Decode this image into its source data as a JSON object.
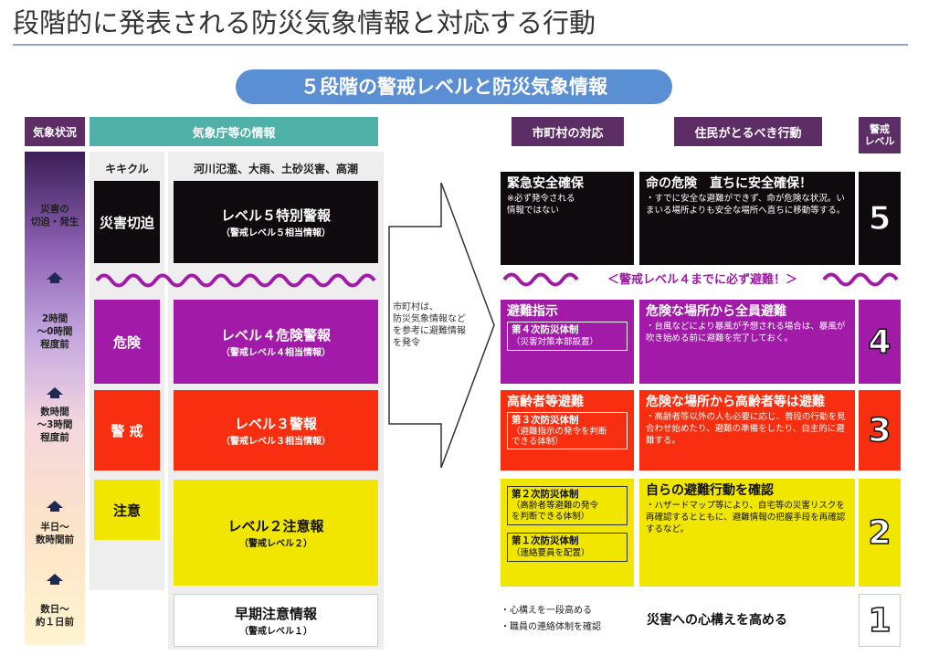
{
  "title": "段階的に発表される防災気象情報と対応する行動",
  "banner": "５段階の警戒レベルと防災気象情報",
  "headers": {
    "weather_status": "気象状況",
    "jma_info": "気象庁等の情報",
    "kikikuru": "キキクル",
    "river": "河川氾濫、大雨、土砂災害、高潮",
    "municipality": "市町村の対応",
    "resident": "住民がとるべき行動",
    "level": "警戒\nレベル"
  },
  "timeline": [
    {
      "label": "災害の\n切迫・発生"
    },
    {
      "label": "2時間\n～0時間\n程度前"
    },
    {
      "label": "数時間\n～3時間\n程度前"
    },
    {
      "label": "半日～\n数時間前"
    },
    {
      "label": "数日～\n約１日前"
    }
  ],
  "kikikuru": [
    {
      "label": "災害切迫",
      "color": "#0e0a0e"
    },
    {
      "label": "危険",
      "color": "#a11aa8"
    },
    {
      "label": "警 戒",
      "color": "#f72f10"
    },
    {
      "label": "注意",
      "color": "#f1e600"
    }
  ],
  "warnings": [
    {
      "main": "レベル５特別警報",
      "sub": "（警戒レベル５相当情報）",
      "color": "#0e0a0e"
    },
    {
      "main": "レベル４危険警報",
      "sub": "（警戒レベル４相当情報）",
      "color": "#a11aa8"
    },
    {
      "main": "レベル３警報",
      "sub": "（警戒レベル３相当情報）",
      "color": "#f72f10"
    },
    {
      "main": "レベル２注意報",
      "sub": "（警戒レベル２）",
      "color": "#f1e600"
    },
    {
      "main": "早期注意情報",
      "sub": "（警戒レベル１）",
      "color": "#ffffff"
    }
  ],
  "arrow_note": "市町村は、\n防災気象情報など\nを参考に避難情報\nを発令",
  "evac_banner": "＜警戒レベル４までに必ず避難！＞",
  "municipal": {
    "l5": {
      "head": "緊急安全確保",
      "note": "※必ず発令される\n情報ではない"
    },
    "l4": {
      "head": "避難指示",
      "box_title": "第４次防災体制",
      "box_sub": "（災害対策本部設置）"
    },
    "l3": {
      "head": "高齢者等避難",
      "box_title": "第３次防災体制",
      "box_sub": "（避難指示の発令を判断\nできる体制）"
    },
    "l2": {
      "box1_title": "第２次防災体制",
      "box1_sub": "（高齢者等避難の発令\nを判断できる体制）",
      "box2_title": "第１次防災体制",
      "box2_sub": "（連絡要員を配置）"
    },
    "l1": {
      "items": [
        "・心構えを一段高める",
        "・職員の連絡体制を確認"
      ]
    }
  },
  "resident": {
    "l5": {
      "head": "命の危険　直ちに安全確保！",
      "note": "・すでに安全な避難ができず、命が危険な状況。いまいる場所よりも安全な場所へ直ちに移動等する。"
    },
    "l4": {
      "head": "危険な場所から全員避難",
      "note": "・台風などにより暴風が予想される場合は、暴風が吹き始める前に避難を完了しておく。"
    },
    "l3": {
      "head": "危険な場所から高齢者等は避難",
      "note": "・高齢者等以外の人も必要に応じ、普段の行動を見合わせ始めたり、避難の準備をしたり、自主的に避難する。"
    },
    "l2": {
      "head": "自らの避難行動を確認",
      "note": "・ハザードマップ等により、自宅等の災害リスクを再確認するとともに、避難情報の把握手段を再確認するなど。"
    },
    "l1": {
      "head": "災害への心構えを高める"
    }
  },
  "levels": [
    "5",
    "4",
    "3",
    "2",
    "1"
  ],
  "colors": {
    "black": "#0e0a0e",
    "purple": "#a11aa8",
    "red": "#f72f10",
    "yellow": "#f1e600",
    "banner": "#5b8fd4",
    "header_purple": "#5d2e66",
    "header_teal": "#4fb1a7"
  }
}
